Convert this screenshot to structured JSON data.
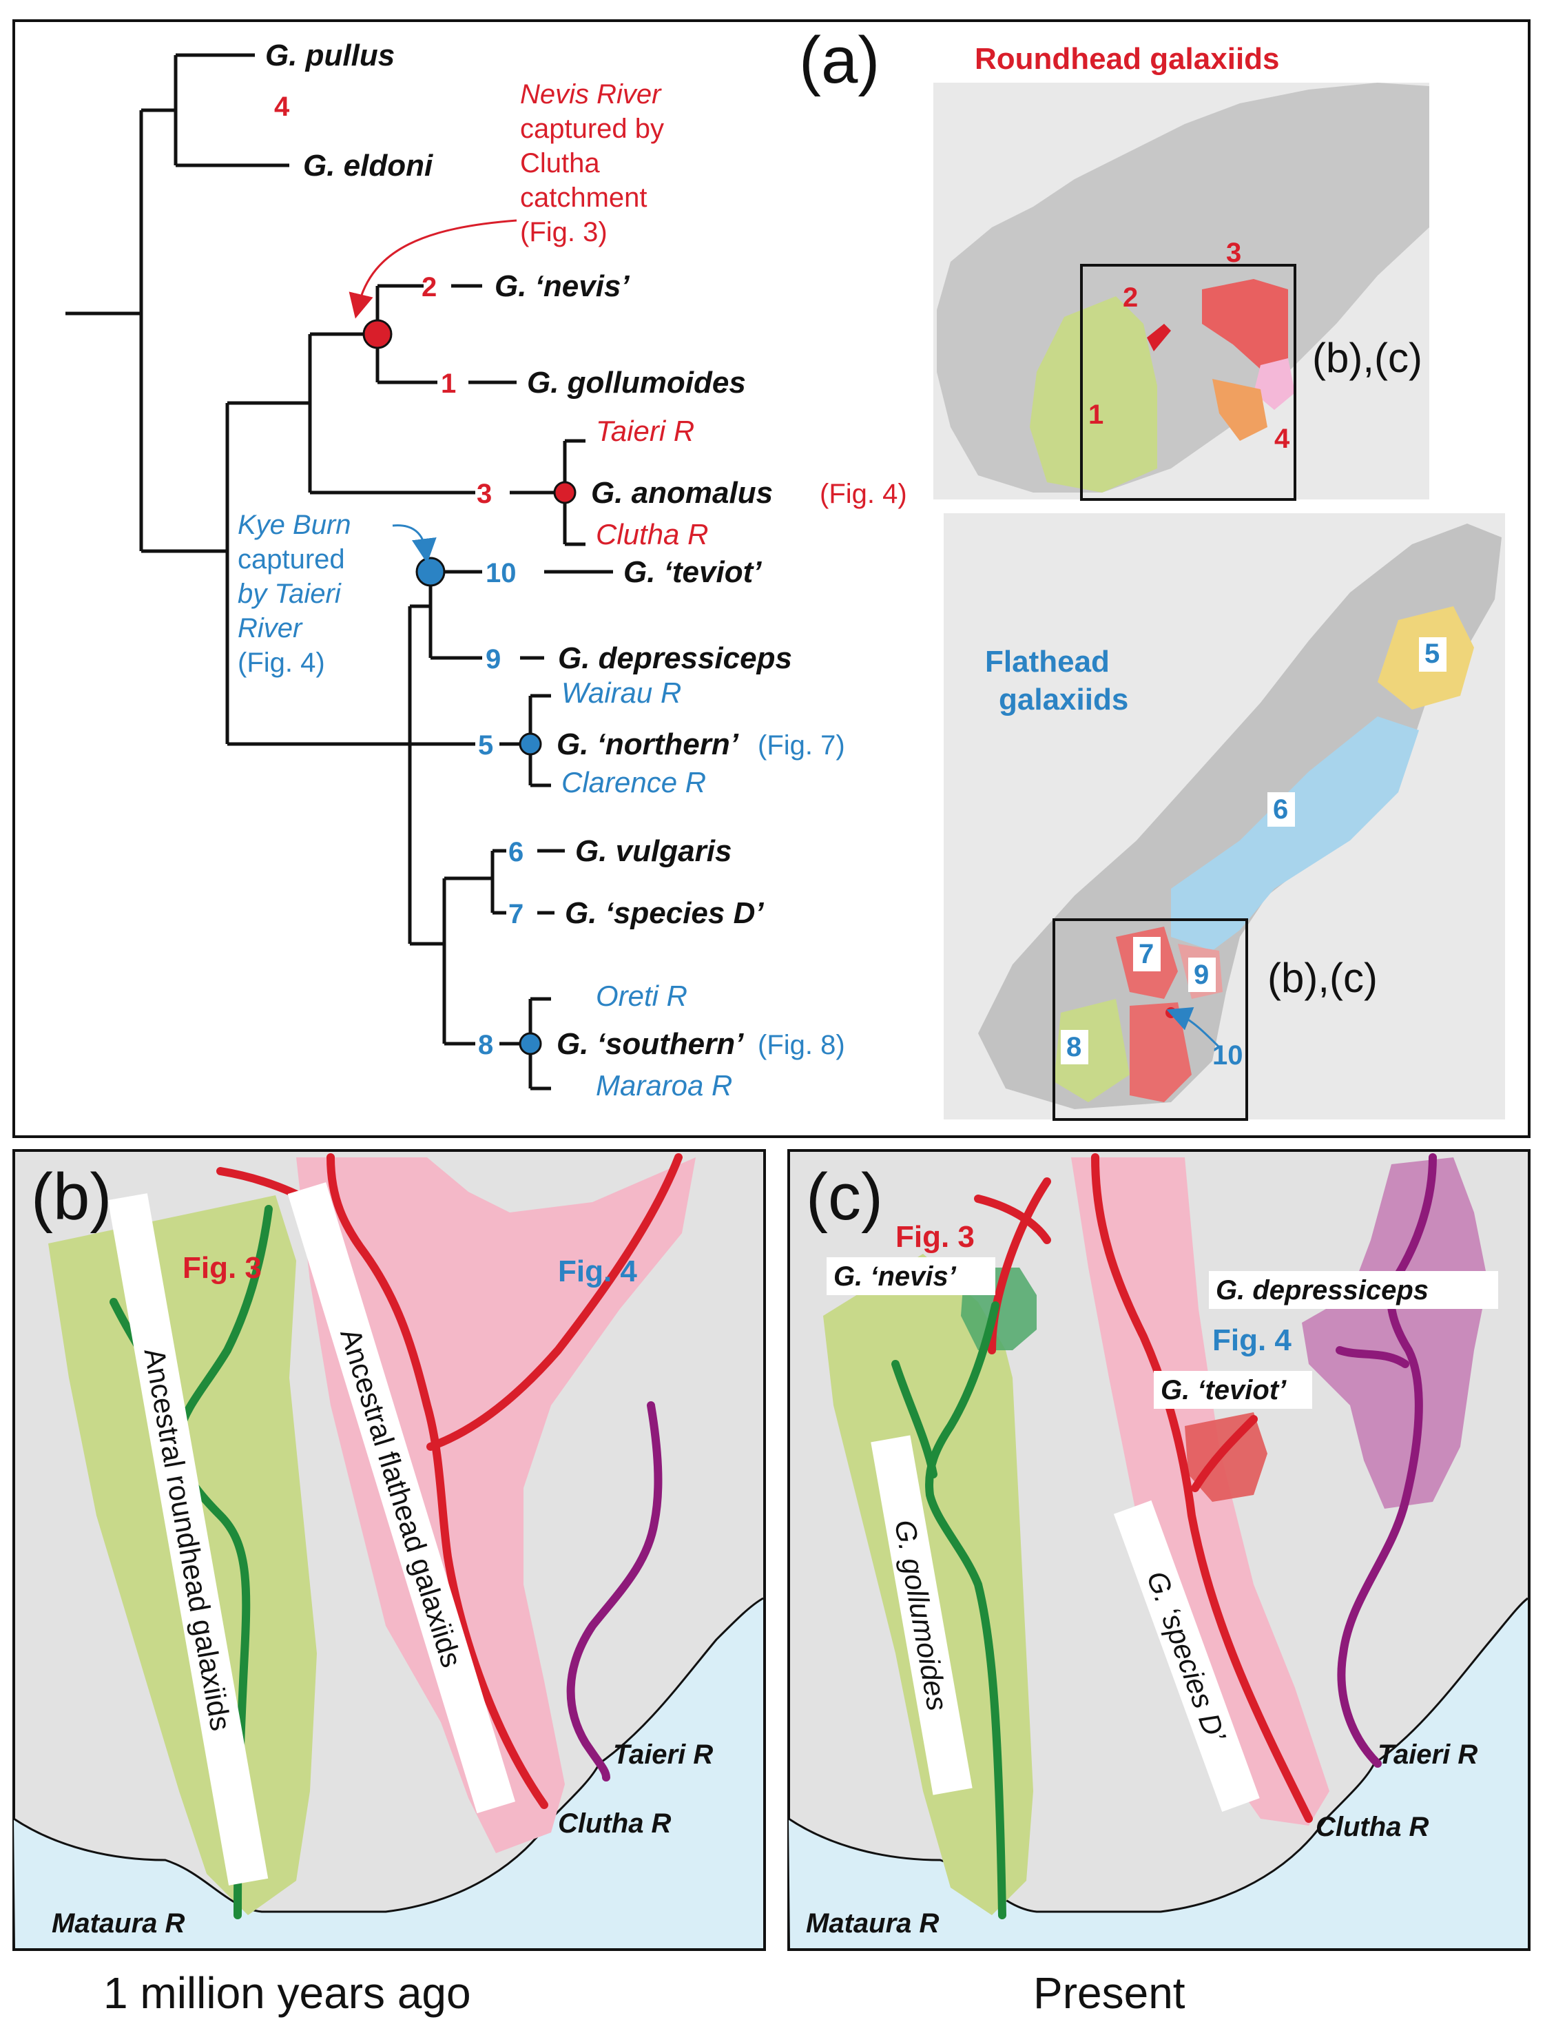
{
  "panels": {
    "a": "(a)",
    "b": "(b)",
    "c": "(c)"
  },
  "tree": {
    "taxa": {
      "pullus": "G. pullus",
      "eldoni": "G. eldoni",
      "nevis": "G. ‘nevis’",
      "gollumoides": "G. gollumoides",
      "anomalus": "G. anomalus",
      "teviot": "G. ‘teviot’",
      "depressiceps": "G. depressiceps",
      "northern": "G. ‘northern’",
      "vulgaris": "G. vulgaris",
      "speciesD": "G. ‘species D’",
      "southern": "G. ‘southern’"
    },
    "rivers": {
      "taieri": "Taieri R",
      "clutha": "Clutha R",
      "wairau": "Wairau R",
      "clarence": "Clarence R",
      "oreti": "Oreti R",
      "mararoa": "Mararoa R"
    },
    "figrefs": {
      "anomalus": "(Fig. 4)",
      "northern": "(Fig. 7)",
      "southern": "(Fig. 8)"
    },
    "numbers": {
      "n1": "1",
      "n2": "2",
      "n3": "3",
      "n4": "4",
      "n5": "5",
      "n6": "6",
      "n7": "7",
      "n8": "8",
      "n9": "9",
      "n10": "10"
    },
    "annotation_nevis": [
      "Nevis River",
      "captured by",
      "Clutha",
      "catchment",
      "(Fig. 3)"
    ],
    "annotation_kye": [
      "Kye Burn",
      "captured",
      "by Taieri",
      "River",
      "(Fig. 4)"
    ]
  },
  "maps": {
    "roundhead_title": "Roundhead galaxiids",
    "flathead_title": [
      "Flathead",
      "galaxiids"
    ],
    "inset_label": "(b),(c)",
    "region_numbers_round": [
      "1",
      "2",
      "3",
      "4"
    ],
    "region_numbers_flat": [
      "5",
      "6",
      "7",
      "8",
      "9",
      "10"
    ]
  },
  "panel_b": {
    "fig3": "Fig. 3",
    "fig4": "Fig. 4",
    "roundhead": "Ancestral roundhead galaxiids",
    "flathead": "Ancestral flathead galaxiids",
    "taieri": "Taieri R",
    "clutha": "Clutha R",
    "mataura": "Mataura R",
    "caption": "1 million years ago"
  },
  "panel_c": {
    "fig3": "Fig. 3",
    "fig4": "Fig. 4",
    "nevis": "G. ‘nevis’",
    "depressiceps": "G. depressiceps",
    "teviot": "G. ‘teviot’",
    "gollumoides": "G. gollumoides",
    "speciesD": "G. ‘species D’",
    "taieri": "Taieri R",
    "clutha": "Clutha R",
    "mataura": "Mataura R",
    "caption": "Present"
  },
  "colors": {
    "red": "#d91e2a",
    "blue": "#2b83c4",
    "green_river": "#1f8a3a",
    "purple_river": "#8e1a7a",
    "olive_fill": "#c9d98a",
    "pink_fill": "#f4b8c8",
    "sea": "#d9eef7",
    "land": "#e4e4e4"
  }
}
